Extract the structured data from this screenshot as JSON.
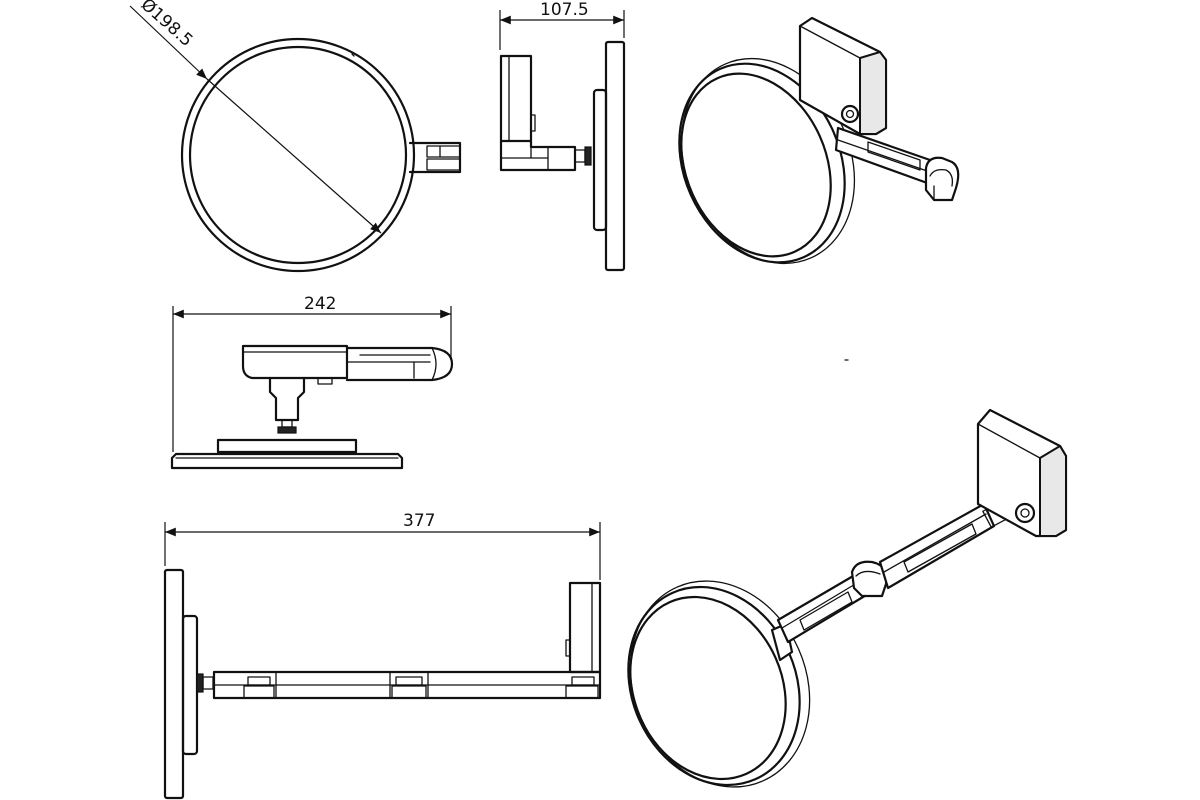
{
  "dimensions": {
    "diameter": "Ø198.5",
    "depth": "107.5",
    "width_folded": "242",
    "width_extended": "377"
  },
  "colors": {
    "stroke": "#111111",
    "background": "#ffffff"
  }
}
